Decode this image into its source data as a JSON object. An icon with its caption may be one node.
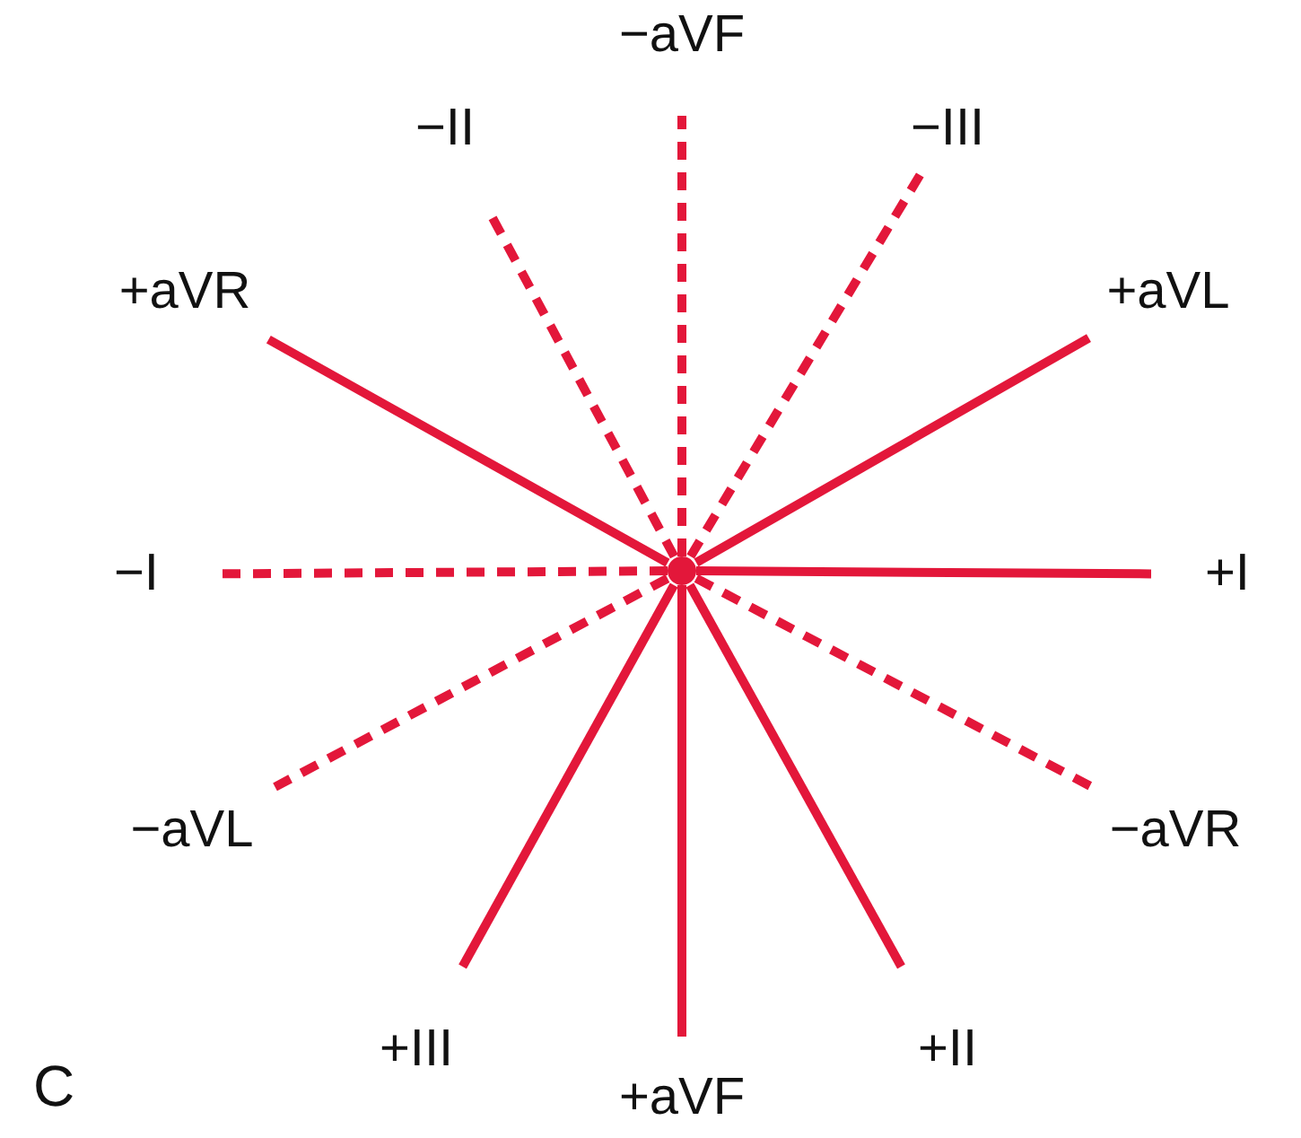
{
  "diagram": {
    "nodes": [
      {
        "text": [
          "−aVF"
        ]
      },
      {
        "text": [
          "−II"
        ]
      },
      {
        "text": [
          "−III"
        ]
      },
      {
        "text": [
          "+aVR"
        ]
      },
      {
        "text": [
          "+aVL"
        ]
      },
      {
        "text": [
          "−I"
        ]
      },
      {
        "text": [],
        "shape": "circle"
      },
      {
        "text": [
          "+I"
        ]
      },
      {
        "text": [
          "−aVL"
        ]
      },
      {
        "text": [
          "−aVR"
        ]
      },
      {
        "text": [
          "+III"
        ]
      },
      {
        "text": [
          "+aVF"
        ]
      },
      {
        "text": [
          "+II"
        ]
      }
    ],
    "edges": [
      {
        "from": 6,
        "to": 0,
        "arrow": "none",
        "style": "dashed"
      },
      {
        "from": 6,
        "to": 1,
        "arrow": "none",
        "style": "dashed"
      },
      {
        "from": 6,
        "to": 2,
        "arrow": "none",
        "style": "dashed"
      },
      {
        "from": 6,
        "to": 3,
        "arrow": "none"
      },
      {
        "from": 6,
        "to": 4,
        "arrow": "none"
      },
      {
        "from": 6,
        "to": 5,
        "arrow": "none",
        "style": "dashed"
      },
      {
        "from": 6,
        "to": 7,
        "arrow": "none"
      },
      {
        "from": 6,
        "to": 8,
        "arrow": "none",
        "style": "dashed"
      },
      {
        "from": 6,
        "to": 9,
        "arrow": "none",
        "style": "dashed"
      },
      {
        "from": 6,
        "to": 10,
        "arrow": "none"
      },
      {
        "from": 6,
        "to": 11,
        "arrow": "none"
      },
      {
        "from": 6,
        "to": 12,
        "arrow": "none"
      }
    ],
    "labels": [
      "C"
    ]
  }
}
